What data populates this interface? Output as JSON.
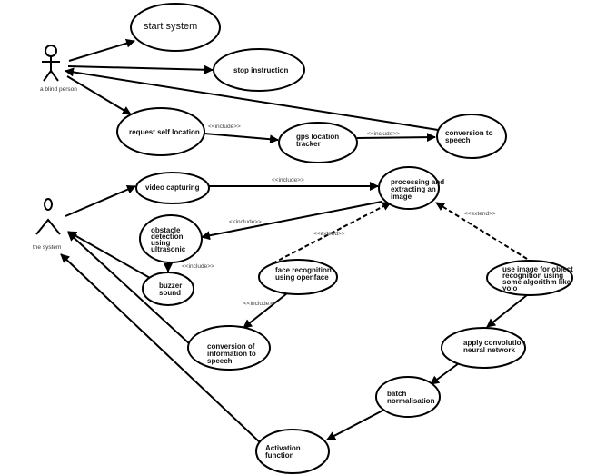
{
  "actors": {
    "blind_person": "a blind person",
    "system": "the system"
  },
  "use_cases": {
    "start_system": "start system",
    "stop_instruction": "stop instruction",
    "request_self_location": "request self location",
    "gps_1": "gps location",
    "gps_2": "tracker",
    "conv_speech_1": "conversion to",
    "conv_speech_2": "speech",
    "video_capturing": "video capturing",
    "proc_1": "processing and",
    "proc_2": "extracting an",
    "proc_3": "image",
    "obs_1": "obstacle",
    "obs_2": "detection",
    "obs_3": "using",
    "obs_4": "ultrasonic",
    "buzz_1": "buzzer",
    "buzz_2": "sound",
    "face_1": "face recognition",
    "face_2": "using openface",
    "obj_1": "use image for object",
    "obj_2": "recognition using",
    "obj_3": "some algorithm   like",
    "obj_4": "yolo",
    "convinfo_1": "conversion of",
    "convinfo_2": "information to",
    "convinfo_3": "speech",
    "cnn_1": "apply convolution",
    "cnn_2": "neural network",
    "batch_1": "batch",
    "batch_2": "normalisation",
    "act_1": "Activation",
    "act_2": "function"
  },
  "stereotypes": {
    "include": "<<include>>",
    "extend": "<<extend>>"
  }
}
